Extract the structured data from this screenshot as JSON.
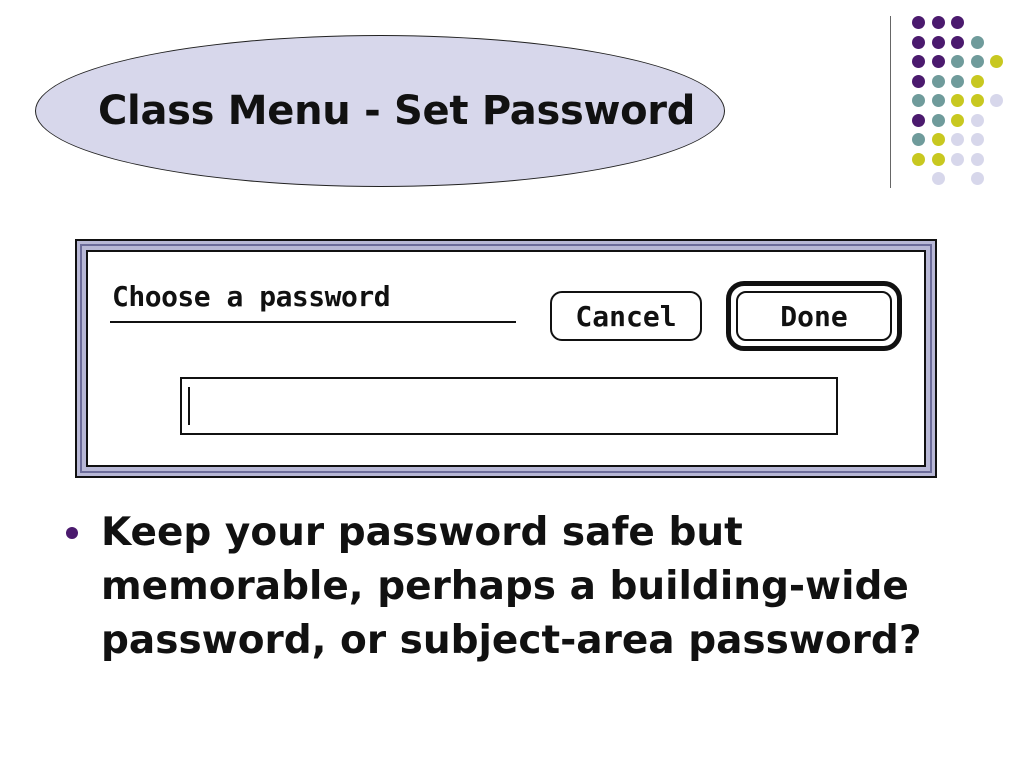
{
  "slide": {
    "title": "Class Menu - Set Password",
    "bullets": [
      "Keep your password safe but\nmemorable, perhaps a building-wide\npassword, or subject-area password?"
    ]
  },
  "dialog": {
    "prompt": "Choose a password",
    "cancel_label": "Cancel",
    "done_label": "Done",
    "password_value": ""
  },
  "theme": {
    "purple": "#4b1a6e",
    "teal": "#6f9b9b",
    "olive": "#c8c820",
    "lavender": "#d7d7eb"
  }
}
